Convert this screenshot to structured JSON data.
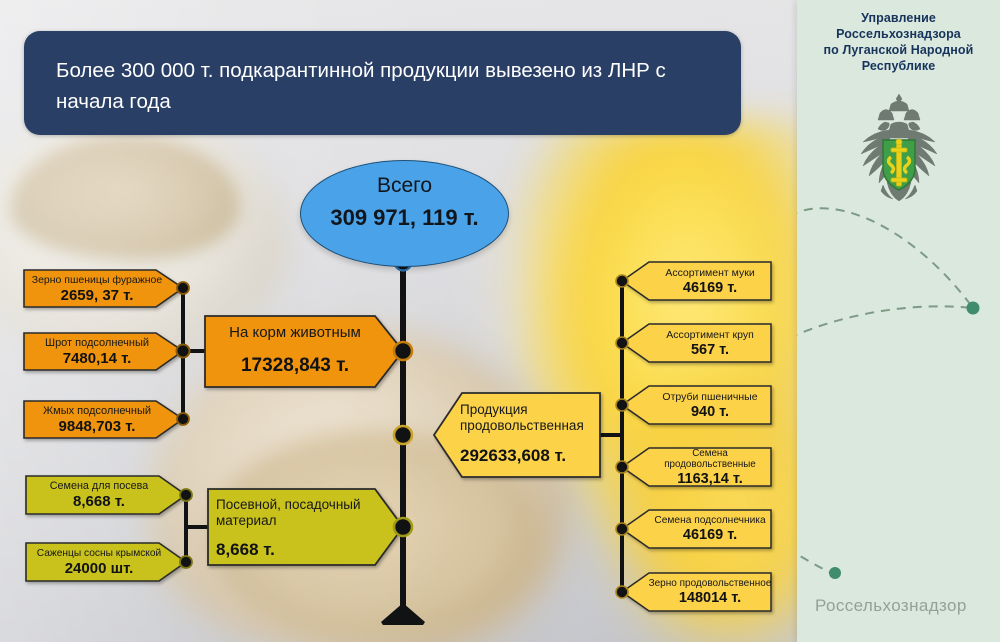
{
  "meta": {
    "colors": {
      "navy": "#2a3f66",
      "blue": "#4aa3e8",
      "orange": "#f0940e",
      "yellow": "#fcd248",
      "olive": "#c9c21c",
      "sidebar_bg": "#dbe8dd",
      "emblem_green": "#3f9e47",
      "line": "#111214"
    }
  },
  "title": {
    "line1": "Более 300 000 т. подкарантинной продукции вывезено из ЛНР",
    "line2": "с начала года"
  },
  "sidebar": {
    "org_lines": [
      "Управление",
      "Россельхознадзора",
      "по Луганской Народной",
      "Республике"
    ],
    "emblem_name": "double-headed-eagle-emblem",
    "watermark": "Россельхознадзор"
  },
  "diagram": {
    "root": {
      "label": "Всего",
      "value": "309 971, 119 т."
    },
    "branches": [
      {
        "id": "feed",
        "label": "На корм животным",
        "value": "17328,843 т.",
        "color": "#f0940e",
        "children": [
          {
            "label": "Зерно пшеницы фуражное",
            "value": "2659, 37 т."
          },
          {
            "label": "Шрот подсолнечный",
            "value": "7480,14 т."
          },
          {
            "label": "Жмых подсолнечный",
            "value": "9848,703 т."
          }
        ]
      },
      {
        "id": "food",
        "label_line1": "Продукция",
        "label_line2": "продовольственная",
        "value": "292633,608 т.",
        "color": "#fcd248",
        "children": [
          {
            "label": "Ассортимент муки",
            "value": "46169 т."
          },
          {
            "label": "Ассортимент круп",
            "value": "567 т."
          },
          {
            "label": "Отруби пшеничные",
            "value": "940 т."
          },
          {
            "label": "Семена продовольственные",
            "value": "1163,14 т."
          },
          {
            "label": "Семена подсолнечника",
            "value": "46169 т."
          },
          {
            "label": "Зерно продовольственное",
            "value": "148014 т."
          }
        ]
      },
      {
        "id": "seed",
        "label_line1": "Посевной, посадочный",
        "label_line2": "материал",
        "value": "8,668 т.",
        "color": "#c9c21c",
        "children": [
          {
            "label": "Семена для посева",
            "value": "8,668 т."
          },
          {
            "label": "Саженцы сосны крымской",
            "value": "24000 шт."
          }
        ]
      }
    ]
  }
}
